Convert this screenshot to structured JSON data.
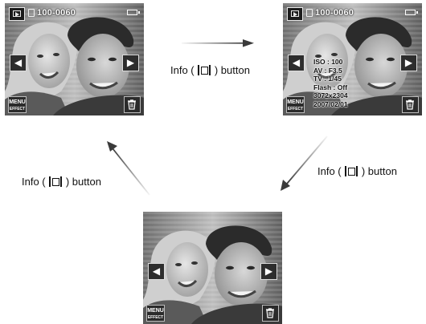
{
  "screens": [
    {
      "id": "top-left",
      "file_number": "100-0060",
      "menu_line1": "MENU",
      "menu_line2": "EFFECT",
      "nav_left": "◀",
      "nav_right": "▶"
    },
    {
      "id": "top-right",
      "file_number": "100-0060",
      "menu_line1": "MENU",
      "menu_line2": "EFFECT",
      "nav_left": "◀",
      "nav_right": "▶",
      "info": {
        "iso": "ISO : 100",
        "av": "AV : F3.5",
        "tv": "TV : 1/45",
        "flash": "Flash : Off",
        "size": "3072x2304",
        "date": "2007/02/01"
      }
    },
    {
      "id": "bottom",
      "menu_line1": "MENU",
      "menu_line2": "EFFECT",
      "nav_left": "◀",
      "nav_right": "▶"
    }
  ],
  "captions": {
    "top_prefix": "Info ( ",
    "top_suffix": " ) button",
    "right_prefix": "Info ( ",
    "right_suffix": " ) button",
    "left_prefix": "Info ( ",
    "left_suffix": " ) button"
  },
  "icons": {
    "play": "playback-mode-icon",
    "protect": "protect-icon",
    "battery": "battery-icon",
    "delete": "trash-icon",
    "info": "info-button-icon"
  },
  "colors": {
    "arrow": "#3a3a3a",
    "osd_dark": "#2b2b2b",
    "osd_border": "#dcdcdc"
  }
}
